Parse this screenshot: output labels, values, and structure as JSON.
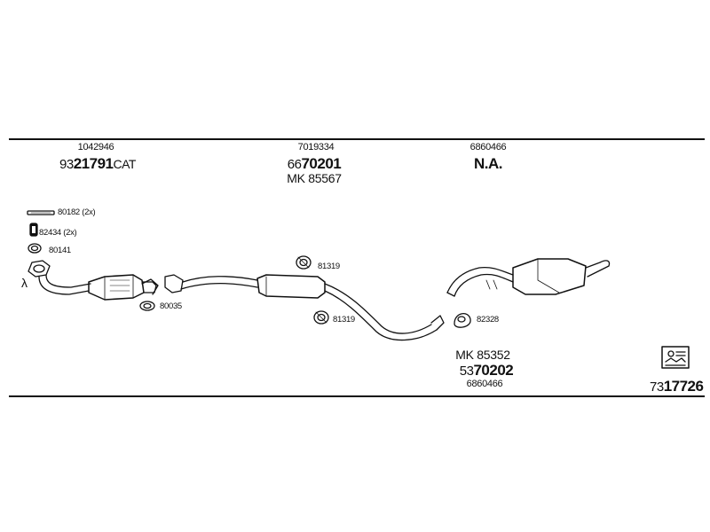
{
  "parts": {
    "front": {
      "ref": "1042946",
      "number_prefix": "93",
      "number_main": "21791",
      "number_suffix": "CAT"
    },
    "middle": {
      "ref": "7019334",
      "number_prefix": "66",
      "number_main": "70201",
      "kit": "MK  85567"
    },
    "rear": {
      "ref": "6860466",
      "status": "N.A."
    },
    "rear_alt": {
      "kit": "MK  85352",
      "number_prefix": "53",
      "number_main": "70202",
      "ref": "6860466"
    }
  },
  "accessories": {
    "gasket_2x": "80182 (2x)",
    "seal_2x": "82434 (2x)",
    "ring": "80141",
    "clamp": "80035",
    "hanger_top": "81319",
    "hanger_bottom": "81319",
    "rubber_mount": "82328"
  },
  "lambda_symbol": "λ",
  "kit_number": {
    "prefix": "73",
    "main": "17726"
  },
  "colors": {
    "line": "#111111",
    "background": "#ffffff"
  }
}
